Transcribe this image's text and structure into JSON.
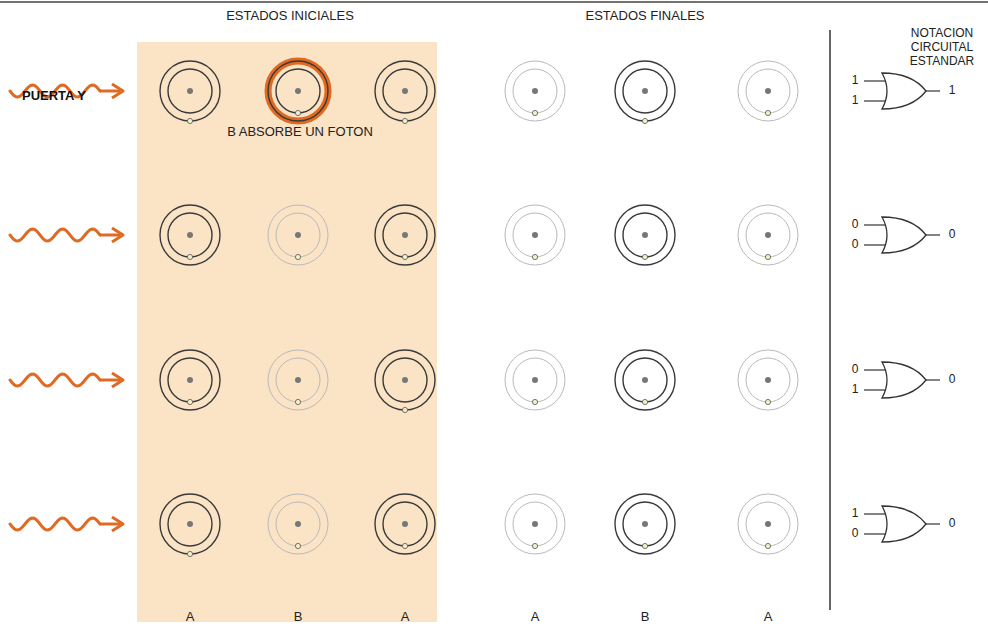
{
  "diagram": {
    "title": "PUERTA Y",
    "labels": [
      "ESTADOS INICIALES",
      "ESTADOS FINALES",
      "NOTACION CIRCUITAL ESTANDAR",
      "B ABSORBE UN FOTON",
      "1",
      "1",
      "1",
      "0",
      "0",
      "0",
      "0",
      "1",
      "0",
      "1",
      "0",
      "0",
      "A",
      "B",
      "A",
      "A",
      "B",
      "A"
    ]
  }
}
